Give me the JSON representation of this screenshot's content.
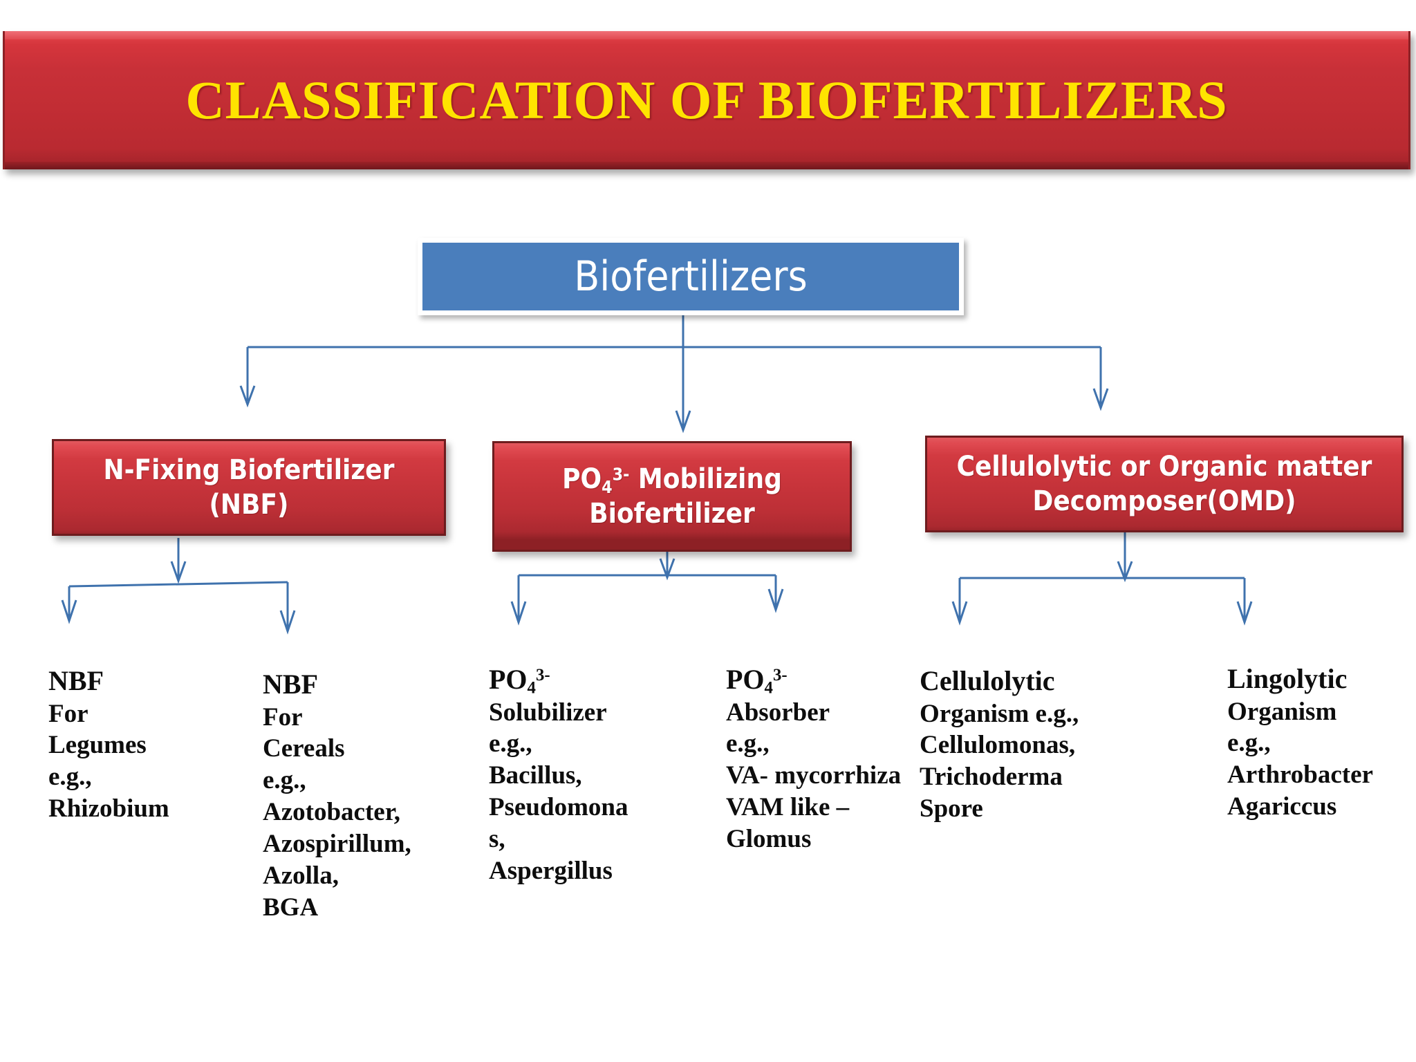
{
  "title": {
    "text": "CLASSIFICATION OF BIOFERTILIZERS",
    "text_color": "#ffe400",
    "banner_color": "#c8343b"
  },
  "root": {
    "label": "Biofertilizers",
    "box_color": "#4a7ebc",
    "text_color": "#ffffff"
  },
  "categories": [
    {
      "id": "n-fixing-biofertilizer",
      "line1": "N-Fixing Biofertilizer",
      "line2": "(NBF)",
      "box_color": "#c8343b"
    },
    {
      "id": "po4-mobilizing-biofertilizer",
      "line1_prefix": "PO",
      "line1_sub": "4",
      "line1_sup": "3-",
      "line1_suffix": " Mobilizing",
      "line2": "Biofertilizer",
      "box_color": "#c8343b"
    },
    {
      "id": "cellulolytic-organic-matter-decomposer",
      "line1": "Cellulolytic or Organic matter",
      "line2": "Decomposer(OMD)",
      "box_color": "#c8343b"
    }
  ],
  "leaves": [
    {
      "id": "nbf-for-legumes",
      "head_prefix": "NBF",
      "head_sub": "",
      "head_sup": "",
      "lines": [
        "For",
        "Legumes",
        "e.g.,",
        "Rhizobium"
      ]
    },
    {
      "id": "nbf-for-cereals",
      "head_prefix": "NBF",
      "head_sub": "",
      "head_sup": "",
      "lines": [
        "For",
        "Cereals",
        "e.g.,",
        "Azotobacter,",
        "Azospirillum,",
        "Azolla,",
        "BGA"
      ]
    },
    {
      "id": "po4-solubilizer",
      "head_prefix": "PO",
      "head_sub": "4",
      "head_sup": "3-",
      "lines": [
        "Solubilizer",
        "e.g.,",
        "Bacillus,",
        "Pseudomona",
        "s,",
        "Aspergillus"
      ]
    },
    {
      "id": "po4-absorber",
      "head_prefix": "PO",
      "head_sub": "4",
      "head_sup": "3-",
      "lines": [
        "Absorber",
        "e.g.,",
        "VA- mycorrhiza",
        "VAM like –",
        "Glomus"
      ]
    },
    {
      "id": "cellulolytic-organism",
      "head_prefix": "Cellulolytic",
      "head_sub": "",
      "head_sup": "",
      "lines": [
        "Organism e.g.,",
        "Cellulomonas,",
        "Trichoderma",
        "Spore"
      ]
    },
    {
      "id": "lingolytic-organism",
      "head_prefix": "Lingolytic",
      "head_sub": "",
      "head_sup": "",
      "lines": [
        "Organism",
        "e.g.,",
        "Arthrobacter",
        "Agariccus"
      ]
    }
  ],
  "connectors": {
    "line_color": "#3f72ad",
    "line_width": 3
  }
}
